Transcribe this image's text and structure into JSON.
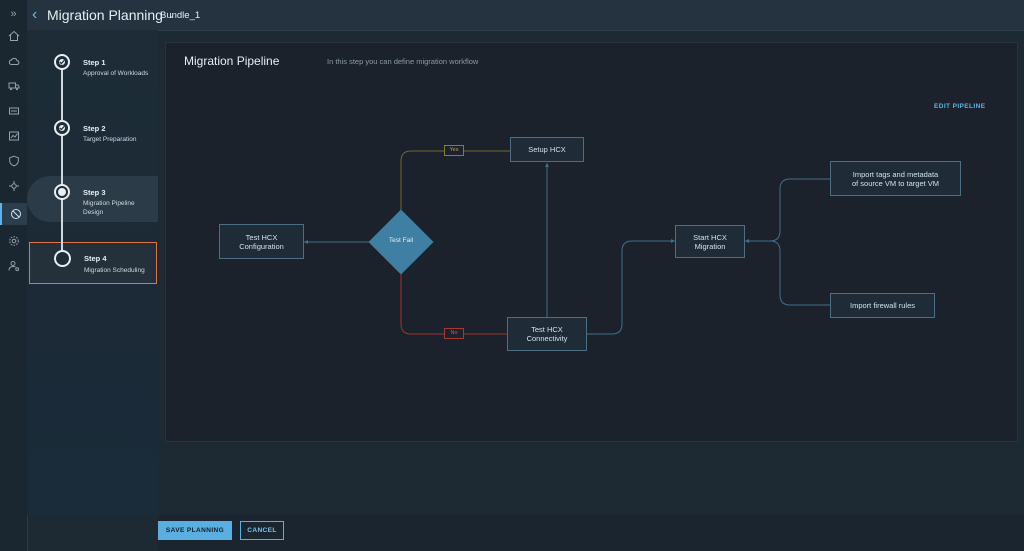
{
  "header": {
    "title": "Migration Planning",
    "separator": "-",
    "subtitle": "Bundle_1"
  },
  "rail": {
    "expand": "»",
    "icons": [
      "home-icon",
      "cloud-icon",
      "truck-icon",
      "server-icon",
      "chart-icon",
      "shield-icon",
      "network-icon",
      "migration-icon",
      "gear-icon",
      "user-settings-icon"
    ],
    "active_index": 7
  },
  "steps": [
    {
      "title": "Step 1",
      "desc": "Approval of Workloads",
      "state": "done"
    },
    {
      "title": "Step 2",
      "desc": "Target Preparation",
      "state": "done"
    },
    {
      "title": "Step 3",
      "desc": "Migration Pipeline Design",
      "state": "active"
    },
    {
      "title": "Step 4",
      "desc": "Migration Scheduling",
      "state": "selected"
    }
  ],
  "canvas": {
    "title": "Migration Pipeline",
    "hint": "In this step you can define migration workflow",
    "edit_label": "EDIT PIPELINE"
  },
  "nodes": {
    "test_config": "Test HCX\nConfiguration",
    "decision": "Test Fail",
    "setup": "Setup HCX",
    "test_conn": "Test HCX\nConnectivity",
    "start": "Start HCX\nMigration",
    "import_tags": "Import tags and metadata\nof source VM to target VM",
    "import_fw": "Import firewall rules"
  },
  "badges": {
    "yes": "Yes",
    "no": "No"
  },
  "colors": {
    "accent": "#5aaee0",
    "yes_edge": "#6b6a2e",
    "no_edge": "#a0332b",
    "edge": "#3f6f8c"
  },
  "footer": {
    "save": "SAVE PLANNING",
    "cancel": "CANCEL"
  }
}
